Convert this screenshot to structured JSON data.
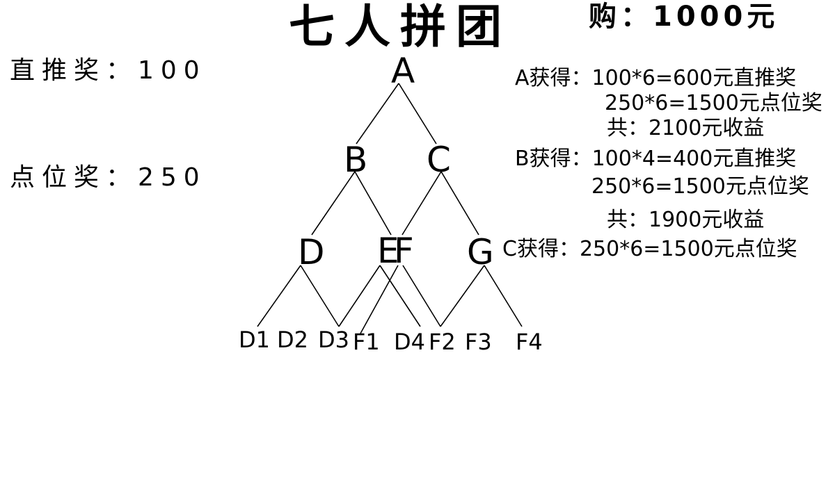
{
  "header": {
    "title": "七人拼团",
    "purchase": "购：1000元"
  },
  "rewards": {
    "direct": "直推奖：100",
    "position": "点位奖：250"
  },
  "earnings": {
    "a_line1": "A获得：100*6=600元直推奖",
    "a_line2": "250*6=1500元点位奖",
    "a_total": "共：2100元收益",
    "b_line1": "B获得：100*4=400元直推奖",
    "b_line2": "250*6=1500元点位奖",
    "b_total": "共：1900元收益",
    "c_line1": "C获得：250*6=1500元点位奖"
  },
  "tree": {
    "nodes": [
      "A",
      "B",
      "C",
      "D",
      "E",
      "F",
      "G"
    ],
    "leaves": [
      "D1",
      "D2",
      "D3",
      "F1",
      "D4",
      "F2",
      "F3",
      "F4"
    ]
  }
}
